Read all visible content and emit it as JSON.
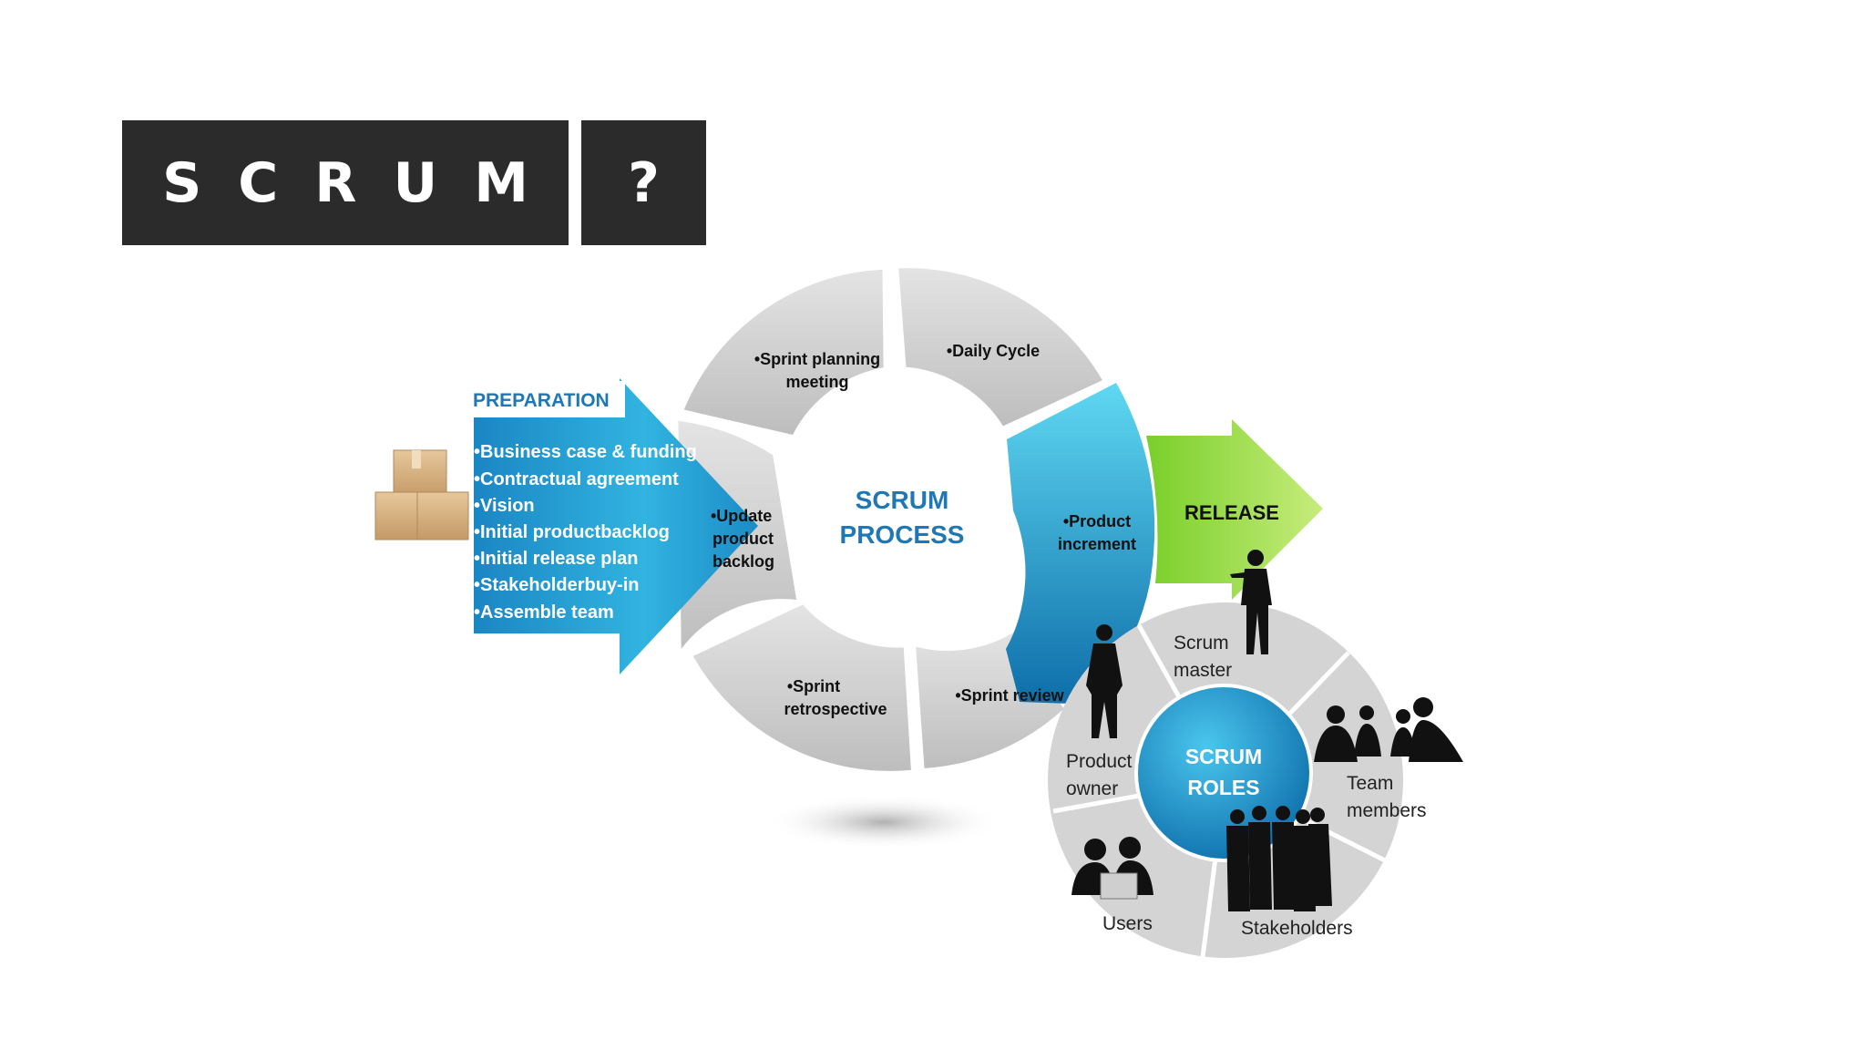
{
  "title": {
    "main": "SCRUM",
    "suffix": "?"
  },
  "preparation": {
    "heading": "PREPARATION",
    "items": [
      "•Business case & funding",
      "•Contractual agreement",
      "•Vision",
      "•Initial productbacklog",
      "•Initial release plan",
      "•Stakeholderbuy-in",
      "•Assemble team"
    ]
  },
  "process": {
    "center_line1": "SCRUM",
    "center_line2": "PROCESS",
    "segments": {
      "sprint_planning": [
        "•Sprint planning",
        "meeting"
      ],
      "daily_cycle": [
        "•Daily Cycle"
      ],
      "update_backlog": [
        "•Update",
        "product",
        "backlog"
      ],
      "product_increment": [
        "•Product",
        "increment"
      ],
      "sprint_retrospective": [
        "•Sprint",
        "retrospective"
      ],
      "sprint_review": [
        "•Sprint review"
      ]
    }
  },
  "release": {
    "label": "RELEASE"
  },
  "roles": {
    "center_line1": "SCRUM",
    "center_line2": "ROLES",
    "scrum_master": [
      "Scrum",
      "master"
    ],
    "team_members": [
      "Team",
      "members"
    ],
    "stakeholders": [
      "Stakeholders"
    ],
    "users": [
      "Users"
    ],
    "product_owner": [
      "Product",
      "owner"
    ]
  },
  "colors": {
    "title_bg": "#2b2b2b",
    "segment_gray": "#d9d9d9",
    "blue_dark": "#1a7bb8",
    "blue_light": "#4cc6ea",
    "green": "#8ed633",
    "text_blue": "#1f78b4"
  }
}
